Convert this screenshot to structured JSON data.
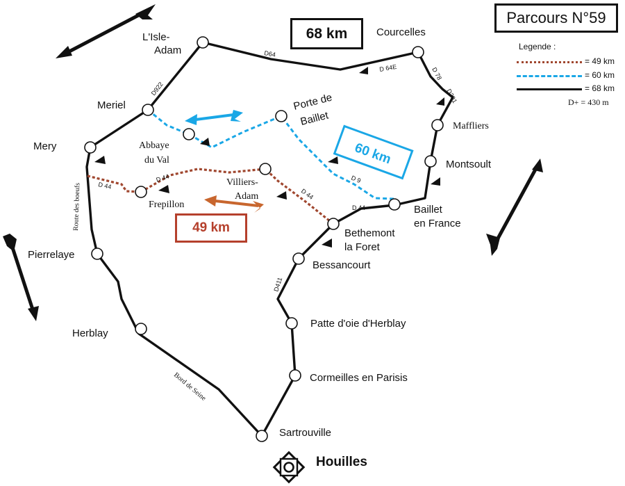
{
  "title": "Parcours N°59",
  "distance_labels": {
    "loop_68": "68 km",
    "loop_60": "60 km",
    "loop_49": "49 km"
  },
  "legend": {
    "title": "Legende :",
    "items": [
      {
        "label": "= 49 km",
        "color": "#a0472f",
        "style": "dotted"
      },
      {
        "label": "= 60 km",
        "color": "#1aa7e6",
        "style": "dashed"
      },
      {
        "label": "= 68 km",
        "color": "#111111",
        "style": "solid"
      }
    ],
    "elevation": "D+ = 430 m"
  },
  "towns": {
    "lisle_adam": [
      "L'Isle-",
      "Adam"
    ],
    "courcelles": "Courcelles",
    "meriel": "Meriel",
    "porte_de_baillet": [
      "Porte de",
      "Baillet"
    ],
    "mery": "Mery",
    "abbaye": [
      "Abbaye",
      "du Val"
    ],
    "maffliers": "Maffliers",
    "montsoult": "Montsoult",
    "villiers": [
      "Villiers-",
      "Adam"
    ],
    "frepillon": "Frepillon",
    "baillet_en_france": [
      "Baillet",
      "en France"
    ],
    "bethemont": [
      "Bethemont",
      "la Foret"
    ],
    "pierrelaye": "Pierrelaye",
    "bessancourt": "Bessancourt",
    "herblay": "Herblay",
    "patte_doie": "Patte d'oie d'Herblay",
    "cormeilles": "Cormeilles en Parisis",
    "sartrouville": "Sartrouville",
    "houilles": "Houilles"
  },
  "roads": {
    "d64": "D64",
    "d64e": "D 64E",
    "d78": "D 78",
    "d301": "D301",
    "d922": "D922",
    "d44_a": "D 44",
    "d44_b": "D 44",
    "d44_c": "D 44",
    "d44_d": "D 44",
    "d9": "D 9",
    "d411": "D411",
    "route_boeufs": "Route des boeufs",
    "bord_seine": "Bord de Seine"
  },
  "colors": {
    "loop_68": "#111111",
    "loop_60": "#1aa7e6",
    "loop_49": "#a0472f",
    "arrow_49": "#c8662e"
  },
  "icons": {
    "start": "start-finish-icon",
    "north_arrows": "direction-arrow-icon"
  }
}
